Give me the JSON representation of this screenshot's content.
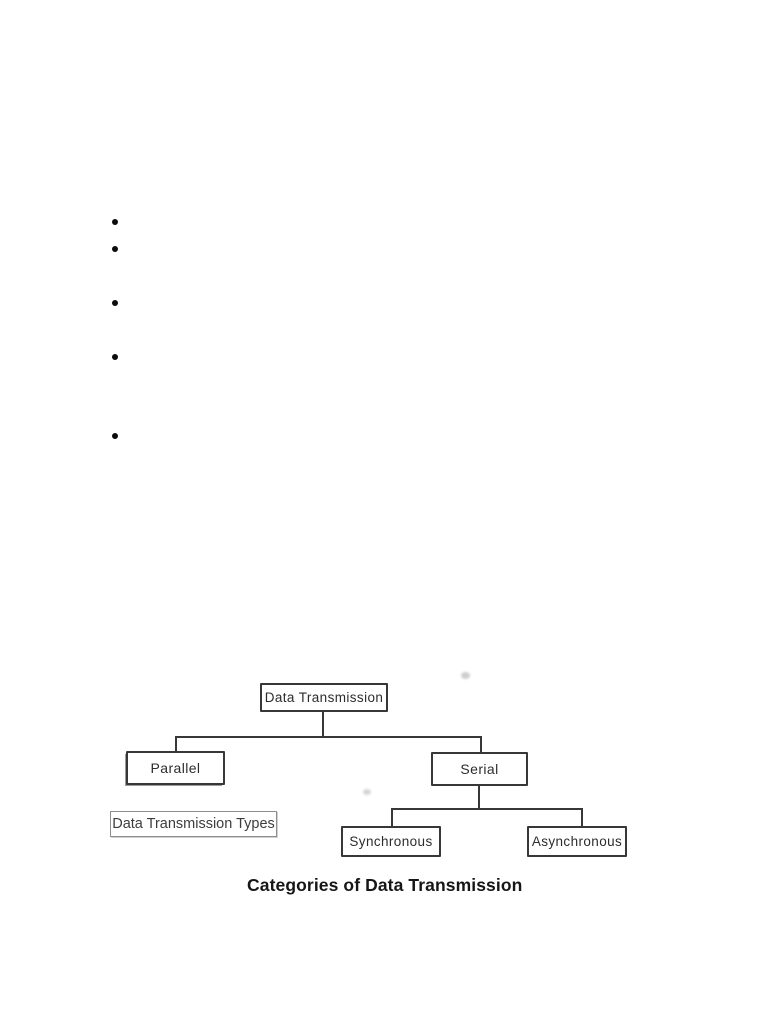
{
  "page": {
    "type": "document-page",
    "background": "#ffffff"
  },
  "bullet_list": {
    "marker": "•",
    "items": [
      "",
      "",
      "",
      "",
      ""
    ]
  },
  "diagram": {
    "type": "tree",
    "root": {
      "label": "Data Transmission"
    },
    "children": [
      {
        "label": "Parallel"
      },
      {
        "label": "Serial",
        "children": [
          {
            "label": "Synchronous"
          },
          {
            "label": "Asynchronous"
          }
        ]
      }
    ],
    "side_label": "Data Transmission Types",
    "caption": "Categories of Data Transmission",
    "colors": {
      "connector_line": "#383838",
      "scan_text": "#2e2e2e",
      "side_label_border": "#8e8e8e",
      "side_label_text": "#3d3d3d",
      "caption_text": "#161616"
    }
  }
}
